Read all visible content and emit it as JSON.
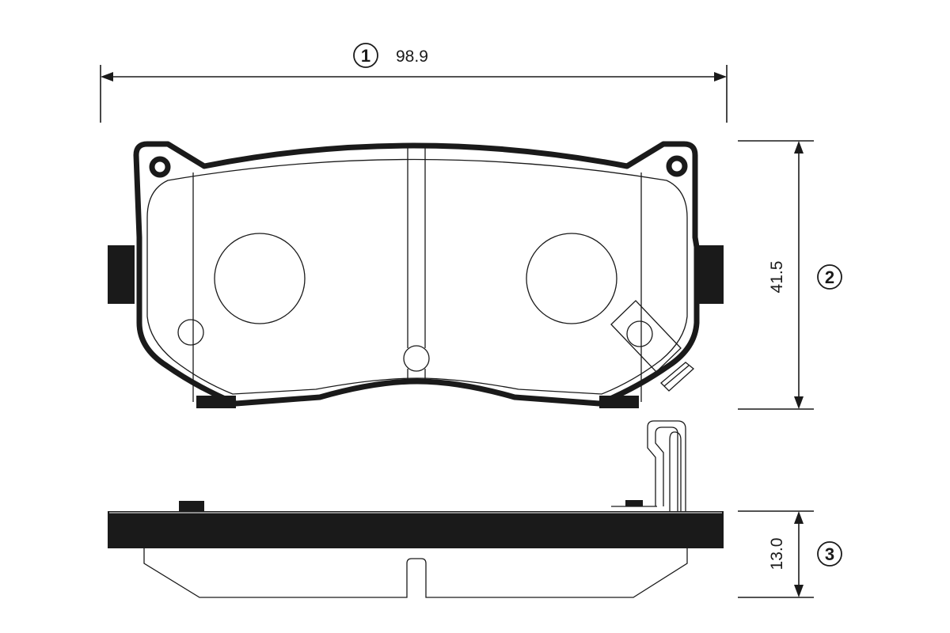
{
  "dimensions": [
    {
      "badge": "1",
      "value": "98.9"
    },
    {
      "badge": "2",
      "value": "41.5"
    },
    {
      "badge": "3",
      "value": "13.0"
    }
  ],
  "colors": {
    "line": "#1a1a1a",
    "background": "#ffffff"
  }
}
